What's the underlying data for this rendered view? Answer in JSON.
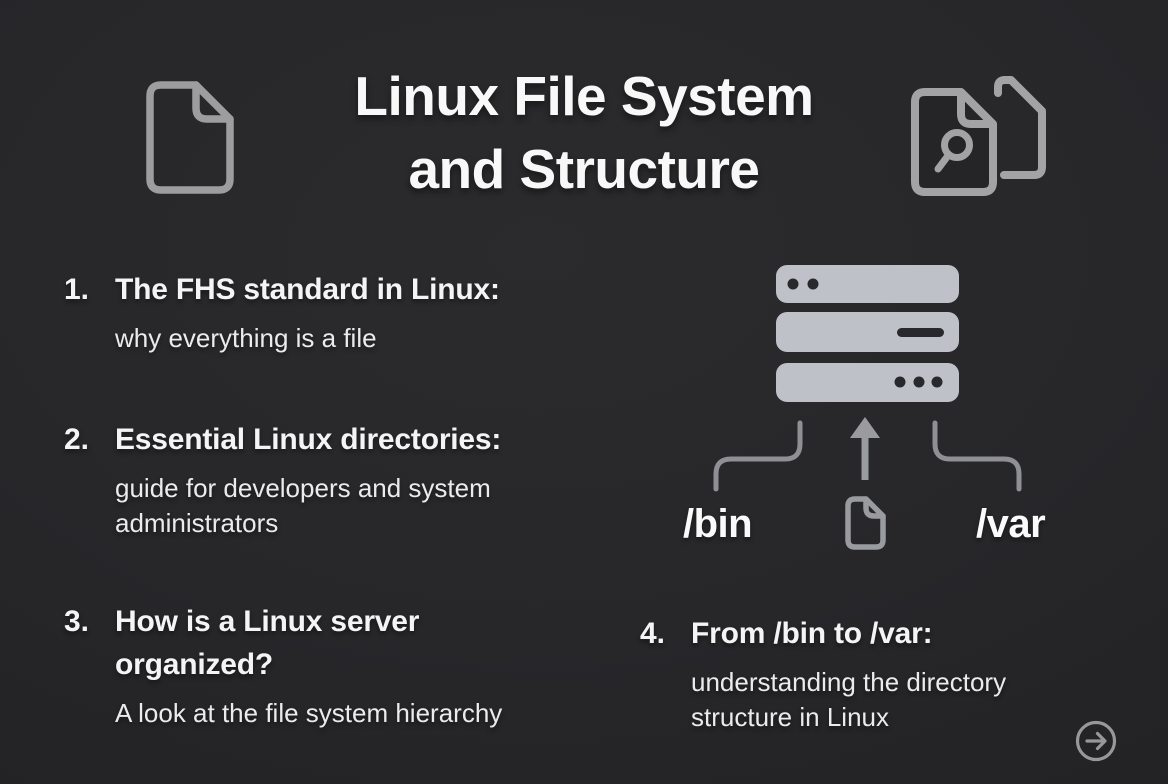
{
  "slide": {
    "title": "Linux File System and Structure",
    "items": [
      {
        "number": "1.",
        "heading": "The FHS standard in Linux:",
        "subtitle": "why everything is a file"
      },
      {
        "number": "2.",
        "heading": "Essential Linux directories:",
        "subtitle": "guide for developers and system administrators"
      },
      {
        "number": "3.",
        "heading": "How is a Linux server organized?",
        "subtitle": "A look at the file system hierarchy"
      },
      {
        "number": "4.",
        "heading": "From /bin to /var:",
        "subtitle": "understanding the directory structure in Linux"
      }
    ],
    "diagram": {
      "label_left": "/bin",
      "label_right": "/var",
      "icons": [
        "server-stack-icon",
        "branch-left-icon",
        "up-arrow-icon",
        "file-icon",
        "branch-right-icon"
      ]
    },
    "header_icons": {
      "left": "file-icon",
      "right": "file-search-icon"
    },
    "footer": {
      "next_button_icon": "arrow-right-circle-icon"
    },
    "colors": {
      "background": "#242426",
      "text_primary": "#f7f7f8",
      "text_secondary": "#ebebec",
      "icon_gray": "#a0a0a3",
      "server_bar": "#bec1c7",
      "server_detail": "#27292d",
      "branch_line": "#8f9094"
    }
  }
}
